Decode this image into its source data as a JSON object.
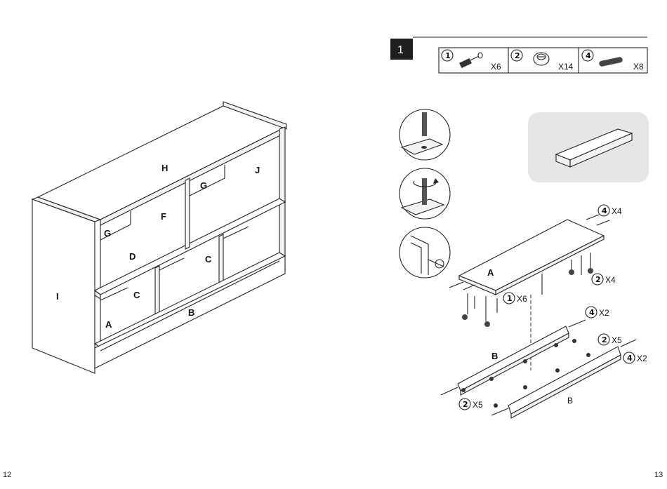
{
  "left_page": {
    "number": "12",
    "panel_labels": {
      "H": "H",
      "J": "J",
      "G1": "G",
      "F": "F",
      "G2": "G",
      "D": "D",
      "C1": "C",
      "C2": "C",
      "I": "I",
      "A": "A",
      "B": "B"
    }
  },
  "right_page": {
    "number": "13",
    "step": {
      "number": "1"
    },
    "parts_table": [
      {
        "id": "1",
        "icon": "cam-bolt-icon",
        "count": "X6"
      },
      {
        "id": "2",
        "icon": "cam-lock-icon",
        "count": "X14"
      },
      {
        "id": "4",
        "icon": "wood-dowel-icon",
        "count": "X8"
      }
    ],
    "callouts": [
      {
        "id": "4",
        "count": "X4"
      },
      {
        "id": "2",
        "count": "X4"
      },
      {
        "id": "1",
        "count": "X6"
      },
      {
        "id": "4",
        "count": "X2"
      },
      {
        "id": "2",
        "count": "X5"
      },
      {
        "id": "4",
        "count": "X2"
      },
      {
        "id": "2",
        "count": "X5"
      }
    ],
    "panel_labels": {
      "A": "A",
      "B_back": "B",
      "B_front": "B"
    }
  }
}
